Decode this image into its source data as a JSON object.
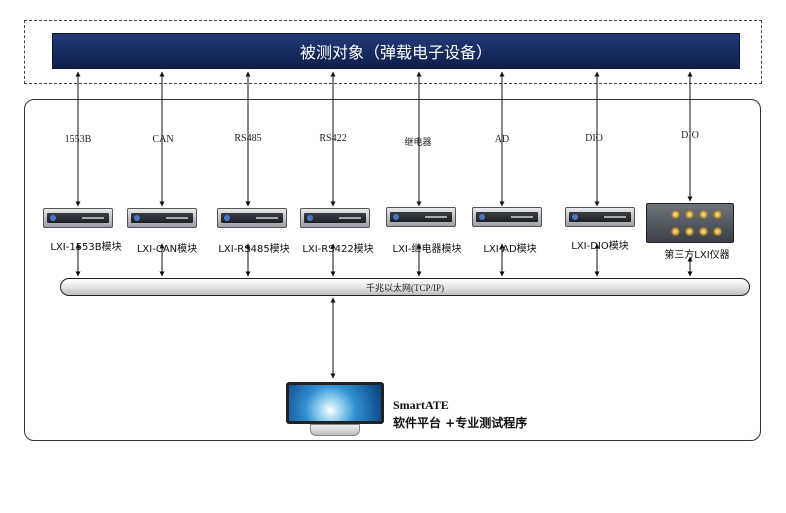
{
  "dut": {
    "title": "被测对象（弹载电子设备）"
  },
  "signals": [
    "1553B",
    "CAN",
    "RS485",
    "RS422",
    "继电器",
    "AD",
    "DIO",
    "DIO"
  ],
  "modules": [
    "LXI-1553B模块",
    "LXI-CAN模块",
    "LXI-RS485模块",
    "LXI-RS422模块",
    "LXI-继电器模块",
    "LXI-AD模块",
    "LXI-DIO模块"
  ],
  "third_party": {
    "label": "第三方LXI仪器"
  },
  "network": {
    "label": "千兆以太网(TCP/IP)"
  },
  "platform": {
    "title": "SmartATE",
    "subtitle": "软件平台 +专业测试程序"
  },
  "colors": {
    "dut_bar": "#15295c",
    "line": "#111111"
  }
}
